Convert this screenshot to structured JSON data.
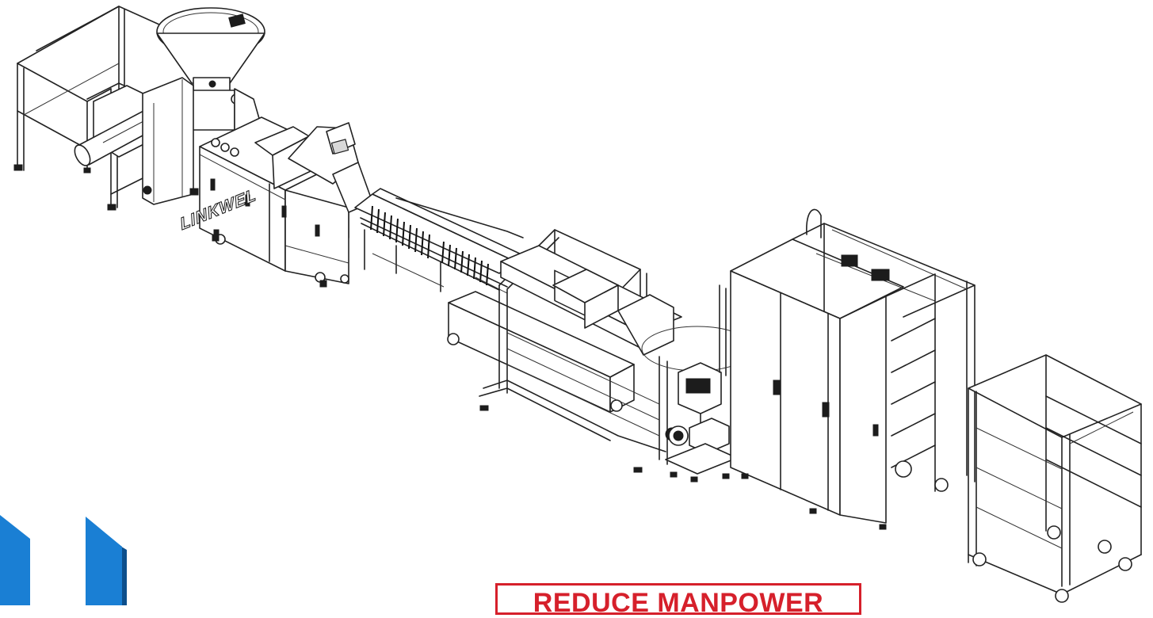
{
  "machine": {
    "brand_logo": "LINKWEL",
    "description": "sausage production line drawing"
  },
  "banner": {
    "text": "REDUCE MANPOWER"
  },
  "colors": {
    "accent_red": "#d6202b",
    "brand_blue": "#1a7fd4",
    "line_ink": "#222222"
  }
}
